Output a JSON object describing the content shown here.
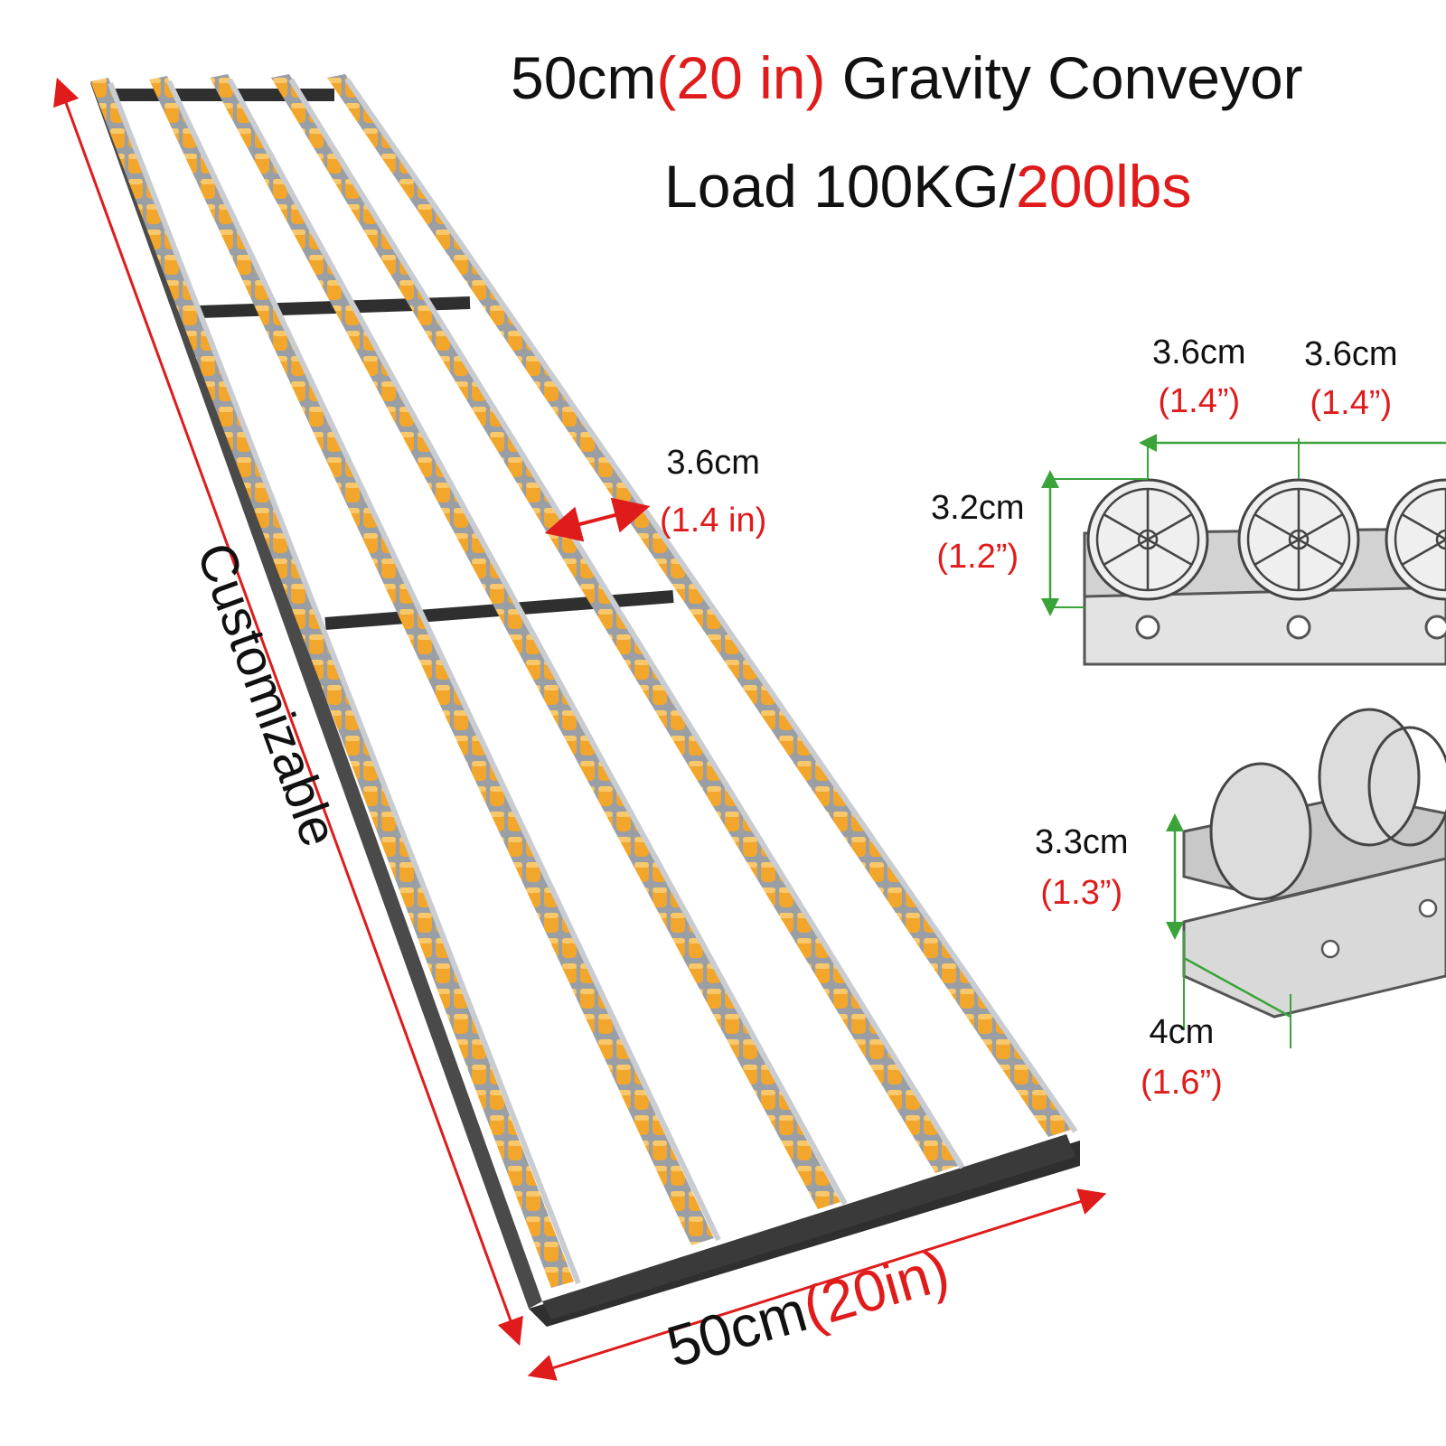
{
  "title": {
    "prefix": "50cm",
    "inch": "(20 in)",
    "suffix": " Gravity Conveyor"
  },
  "load": {
    "prefix": "Load 100KG/",
    "lbs": "200lbs"
  },
  "side_label": "Customizable",
  "width_label": {
    "cm": "50cm",
    "inch": "(20in)"
  },
  "track_spacing": {
    "cm": "3.6cm",
    "inch": "(1.4 in)"
  },
  "detail_top": {
    "pitch_1_cm": "3.6cm",
    "pitch_1_inch": "(1.4”)",
    "pitch_2_cm": "3.6cm",
    "pitch_2_inch": "(1.4”)",
    "height_cm": "3.2cm",
    "height_inch": "(1.2”)"
  },
  "detail_bottom": {
    "height_cm": "3.3cm",
    "height_inch": "(1.3”)",
    "width_cm": "4cm",
    "width_inch": "(1.6”)"
  },
  "colors": {
    "accent_red": "#e01b1b",
    "roller_orange": "#f2a62c",
    "rail_silver": "#b9bec4",
    "frame_dark": "#333333",
    "dimension_green": "#3aa33a"
  }
}
